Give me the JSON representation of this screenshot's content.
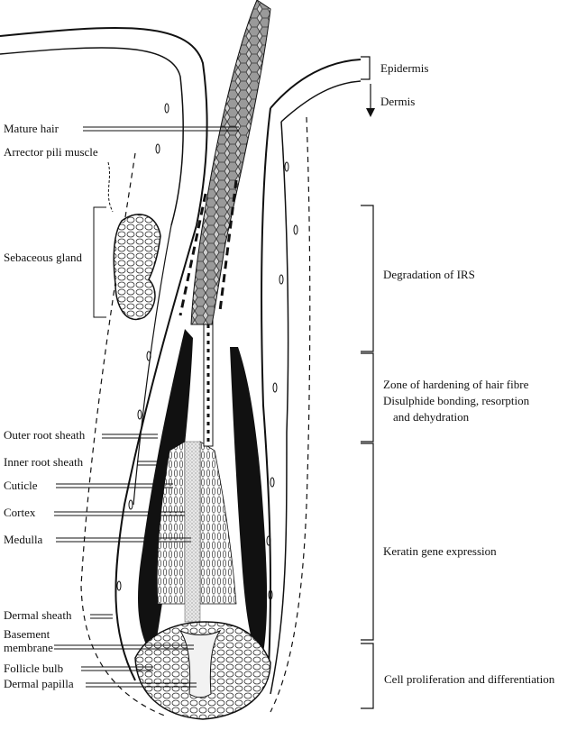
{
  "diagram": {
    "left_labels": {
      "mature_hair": "Mature hair",
      "arrector_pili": "Arrector pili muscle",
      "sebaceous_gland": "Sebaceous gland",
      "outer_root_sheath": "Outer root sheath",
      "inner_root_sheath": "Inner root sheath",
      "cuticle": "Cuticle",
      "cortex": "Cortex",
      "medulla": "Medulla",
      "dermal_sheath": "Dermal sheath",
      "basement_1": "Basement",
      "basement_2": "membrane",
      "follicle_bulb": "Follicle bulb",
      "dermal_papilla": "Dermal papilla"
    },
    "right_labels": {
      "epidermis": "Epidermis",
      "dermis": "Dermis",
      "degradation": "Degradation of IRS",
      "hardening_1": "Zone of hardening of hair fibre",
      "hardening_2": "Disulphide bonding, resorption",
      "hardening_3": "and dehydration",
      "keratin": "Keratin gene expression",
      "proliferation": "Cell proliferation and differentiation"
    }
  }
}
